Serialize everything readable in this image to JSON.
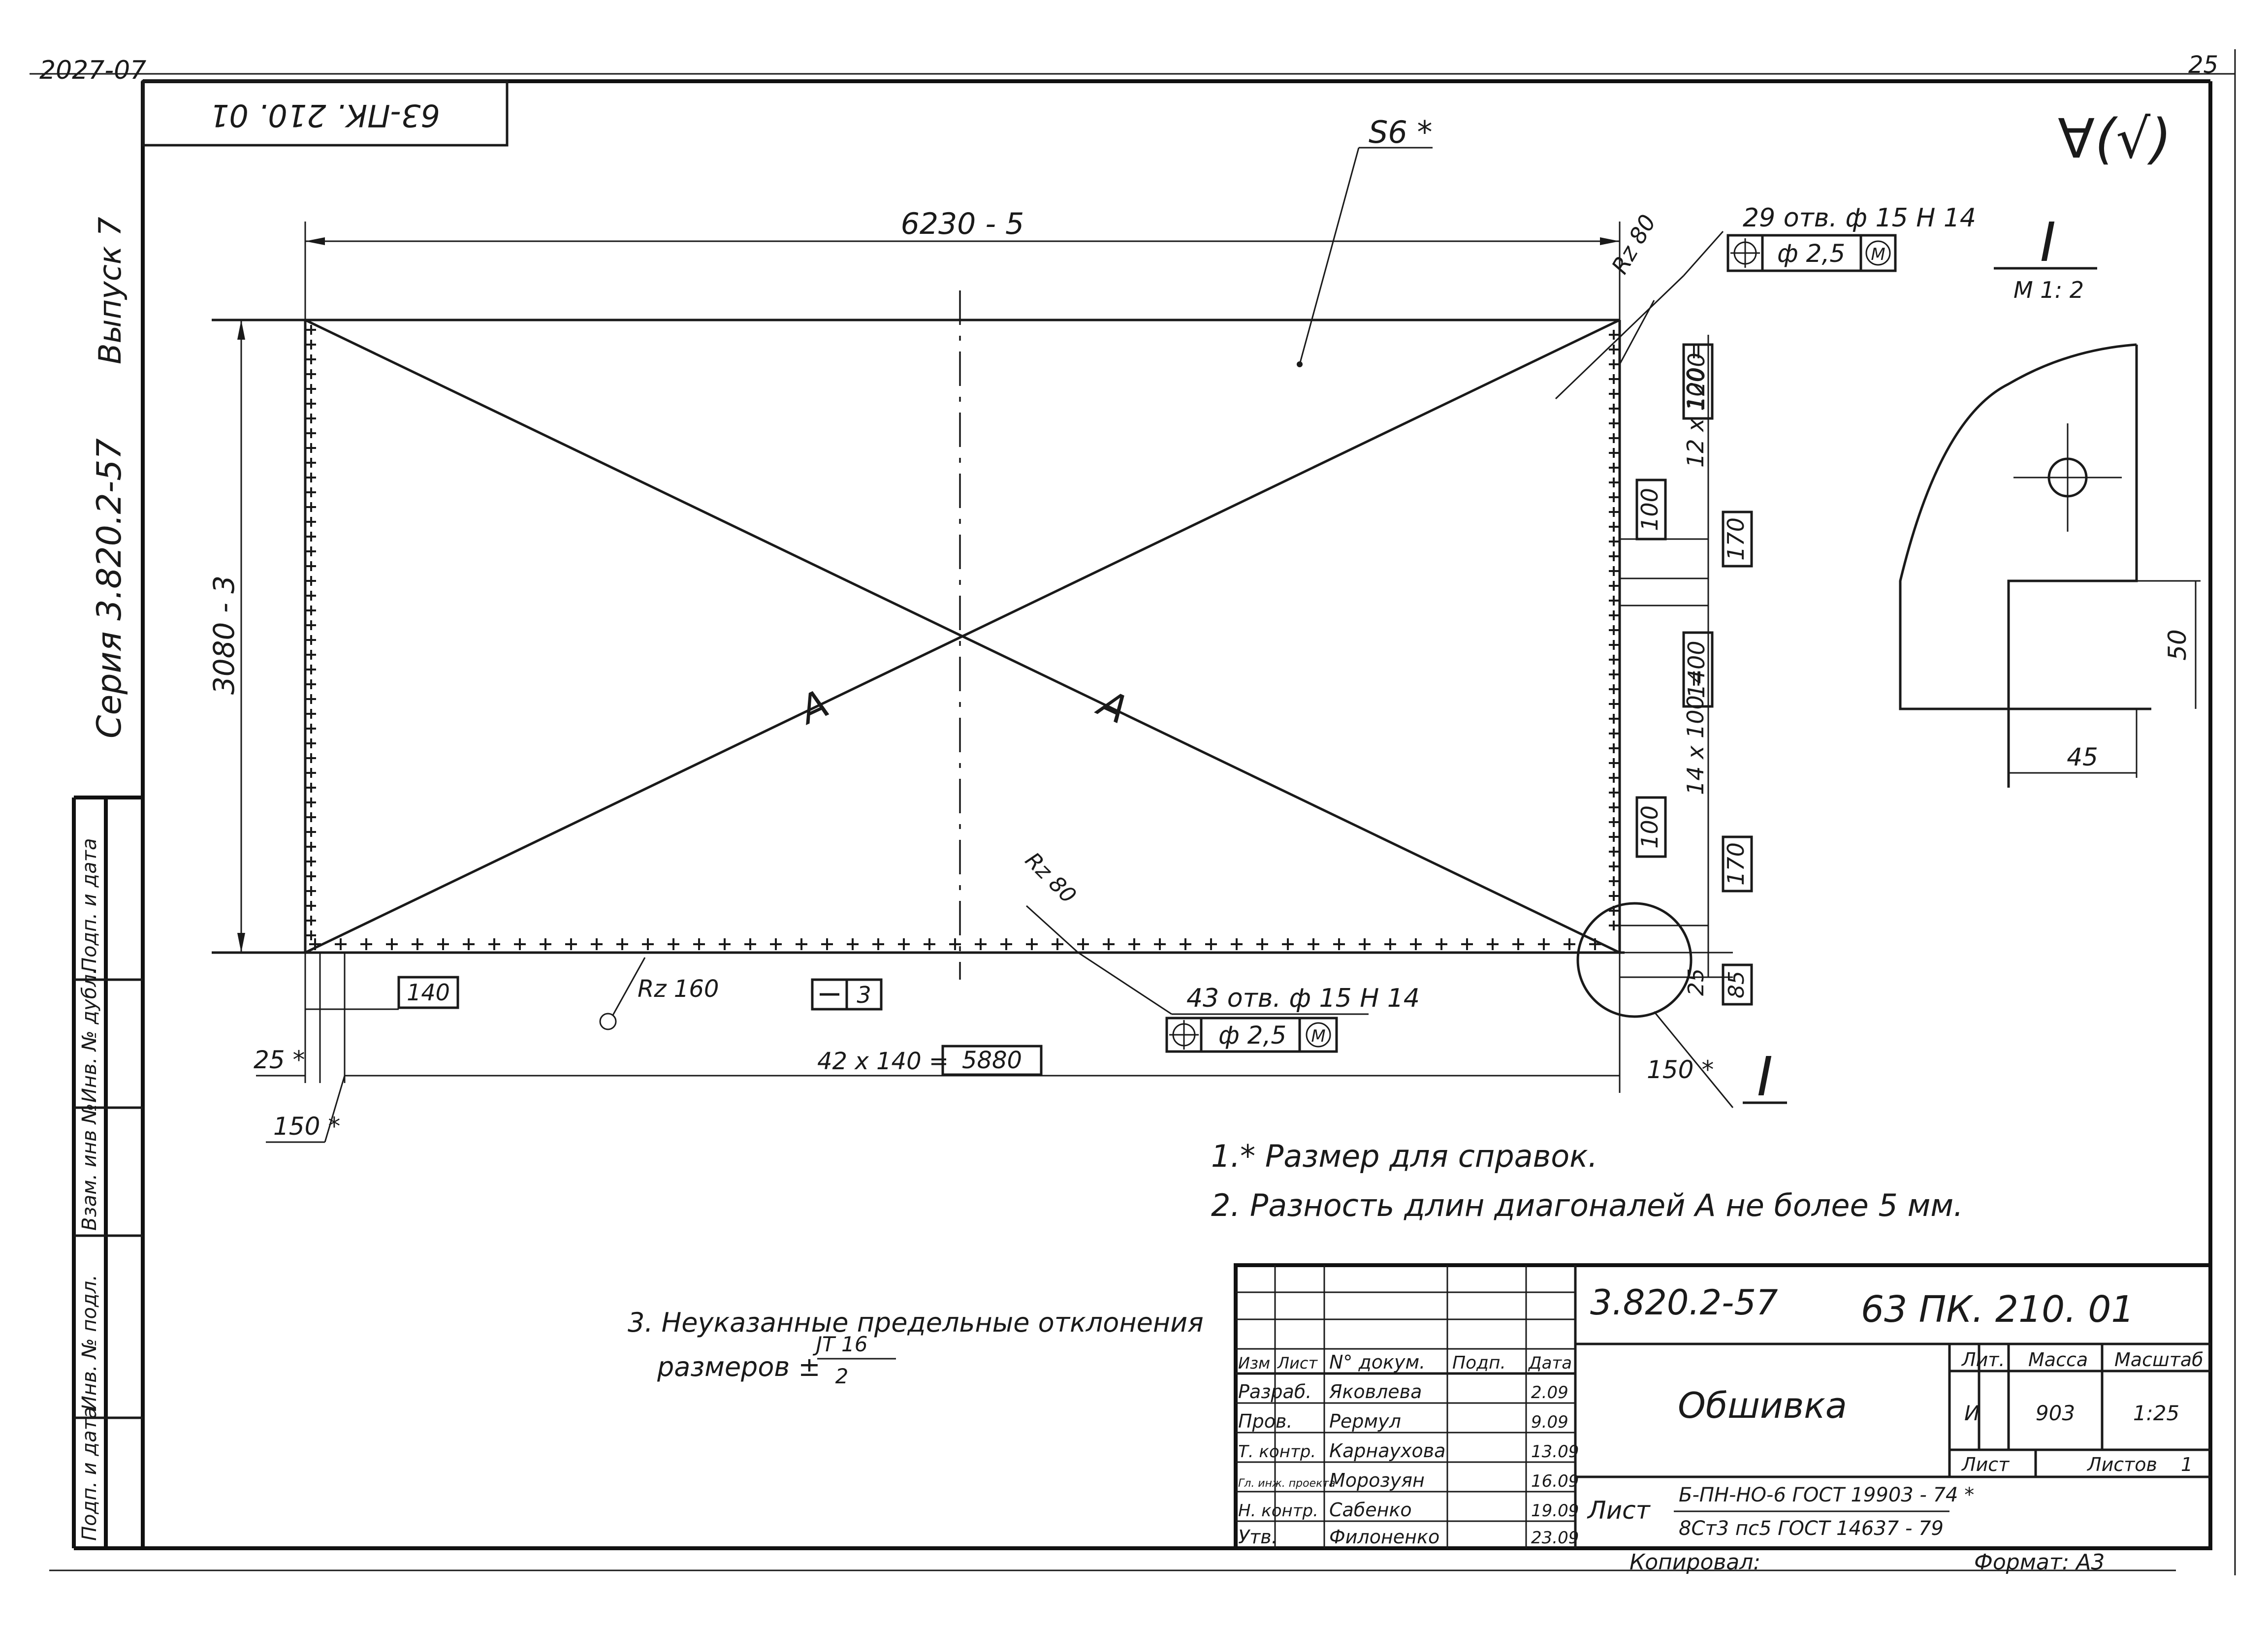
{
  "margin_top_left": "2027-07",
  "sheet_corner": "25",
  "stamp_rotated": "63-ПК. 210. 01",
  "roughness_symbol": "∀(√)",
  "series_text": "Серия  3.820.2-57",
  "issue_text": "Выпуск 7",
  "left_boxes": [
    "Подп. и дата",
    "Инв. № дубл.",
    "Взам. инв №",
    "Инв. № подл.",
    "Подп. и дата"
  ],
  "top_dim": "6230 - 5",
  "left_dim": "3080 - 3",
  "s6": "S6 *",
  "rz_top": "Rz 80",
  "holes_top": "29 отв. ф 15 Н 14",
  "tol_top": "ф 2,5",
  "m_symbol": "М",
  "detail_roman": "I",
  "detail_scale": "М 1: 2",
  "detail_dim_50": "50",
  "detail_dim_45": "45",
  "diag_a": "А",
  "dim_12x100": "12 х 100 =",
  "box_1200": "1200",
  "box_100a": "100",
  "box_170a": "170",
  "dim_14x100": "14 х 100 =",
  "box_1400": "1400",
  "box_100b": "100",
  "box_170b": "170",
  "box_85": "85",
  "dim_25v": "25",
  "rz_bottom": "Rz 80",
  "holes_bottom": "43 отв. ф 15 Н 14",
  "tol_bottom": "ф 2,5",
  "rz160": "Rz 160",
  "box_140": "140",
  "flat_3": "3",
  "dim_42x140": "42 х 140 =",
  "box_5880": "5880",
  "dim_25star": "25 *",
  "dim_150star_left": "150 *",
  "dim_150star_right": "150 *",
  "notes": [
    "1.* Размер для справок.",
    "2. Разность длин диагоналей А не более 5 мм."
  ],
  "note3_line1": "3. Неуказанные предельные отклонения",
  "note3_line2": "размеров ±",
  "note3_frac_top": "JT 16",
  "note3_frac_bot": "2",
  "title_block": {
    "code_left": "3.820.2-57",
    "code_right": "63 ПК. 210. 01",
    "name": "Обшивка",
    "head": [
      "Изм",
      "Лист",
      "N° докум.",
      "Подп.",
      "Дата"
    ],
    "rows": [
      {
        "role": "Разраб.",
        "name": "Яковлева",
        "date": "2.09"
      },
      {
        "role": "Пров.",
        "name": "Рермул",
        "date": "9.09"
      },
      {
        "role": "Т. контр.",
        "name": "Карнаухова",
        "date": "13.09"
      },
      {
        "role": "Гл. инж. проекта",
        "name": "Морозуян",
        "date": "16.09"
      },
      {
        "role": "Н. контр.",
        "name": "Сабенко",
        "date": "19.09"
      },
      {
        "role": "Утв.",
        "name": "Филоненко",
        "date": "23.09"
      }
    ],
    "lit_label": "Лит.",
    "mass_label": "Масса",
    "scale_label": "Масштаб",
    "lit_value": "И",
    "mass_value": "903",
    "scale_value": "1:25",
    "sheet_label": "Лист",
    "sheets_label": "Листов",
    "sheets_value": "1",
    "material_label": "Лист",
    "material_line1": "Б-ПН-НО-6 ГОСТ 19903 - 74 *",
    "material_line2": "8Ст3 пс5 ГОСТ 14637 - 79"
  },
  "copied_by": "Копировал:",
  "format_text": "Формат: А3"
}
